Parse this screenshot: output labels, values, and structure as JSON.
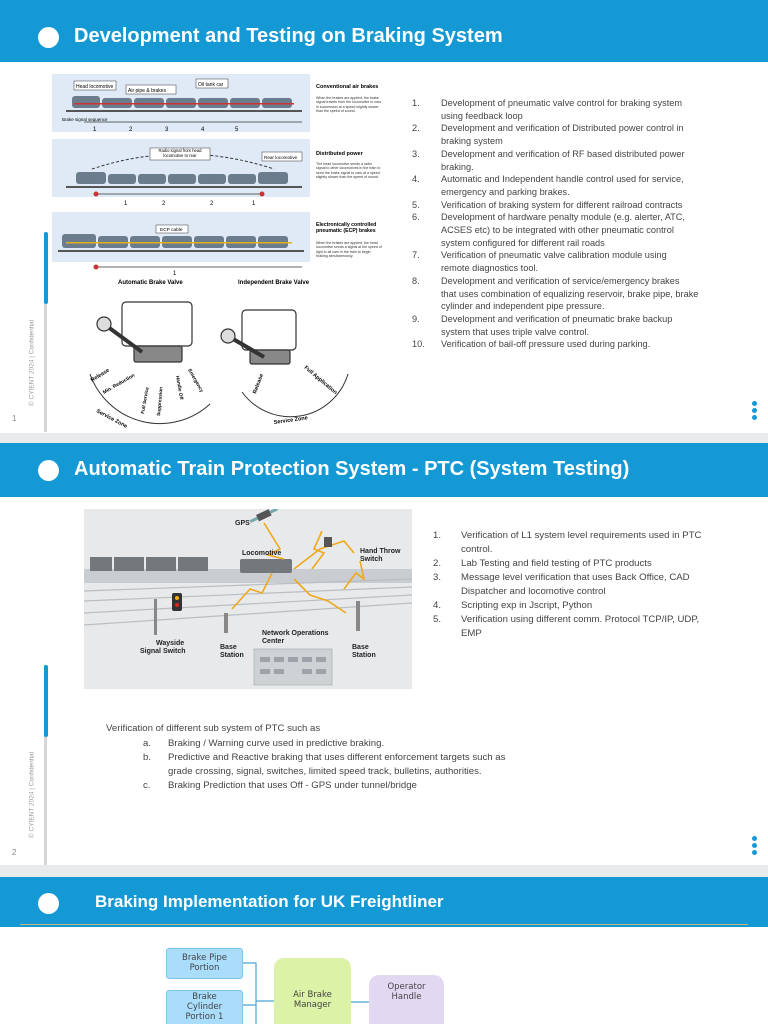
{
  "copyright": "© CYIENT 2024 | Confidential",
  "colors": {
    "brand": "#1499d5",
    "text": "#444444",
    "slide_bg": "#ffffff"
  },
  "slide1": {
    "title": "Development and Testing on Braking System",
    "page_number": "1",
    "figure": {
      "panel1": {
        "labels": [
          "Head locomotive",
          "Air pipe & brakes",
          "Oil tank car"
        ],
        "heading": "Conventional air brakes",
        "body": "When the brakes are applied, the brake signal travels from the locomotive to cars in succession at a speed slightly slower than the speed of sound.",
        "seq_label": "Brake signal sequence",
        "seq": [
          "1",
          "2",
          "3",
          "4",
          "5"
        ]
      },
      "panel2": {
        "labels": [
          "Radio signal from head locomotive to rear",
          "Rear locomotive"
        ],
        "heading": "Distributed power",
        "body": "The head locomotive sends a radio signal to other locomotives in the train to send the brake signal to cars at a speed slightly slower than the speed of sound.",
        "seq": [
          "1",
          "2",
          "2",
          "1"
        ]
      },
      "panel3": {
        "labels": [
          "ECP cable"
        ],
        "heading": "Electronically controlled pneumatic (ECP) brakes",
        "body": "When the brakes are applied, the head locomotive sends a signal at the speed of light to all cars in the train to begin braking simultaneously.",
        "seq": [
          "1"
        ]
      },
      "valve_left": {
        "title": "Automatic Brake Valve",
        "labels": [
          "Release",
          "Min. Reduction",
          "Full Service",
          "Suppression",
          "Handle Off",
          "Emergency",
          "Service Zone"
        ]
      },
      "valve_right": {
        "title": "Independent Brake Valve",
        "labels": [
          "Release",
          "Full Application",
          "Service Zone"
        ]
      }
    },
    "items": [
      {
        "num": "1.",
        "lines": [
          "Development of pneumatic valve control for braking system",
          "using feedback loop"
        ]
      },
      {
        "num": "2.",
        "lines": [
          "Development and verification of Distributed power control in",
          "braking system"
        ]
      },
      {
        "num": "3.",
        "lines": [
          "Development and verification of RF based distributed power",
          "braking."
        ]
      },
      {
        "num": "4.",
        "lines": [
          "Automatic and Independent handle control used for service,",
          "emergency and parking brakes."
        ]
      },
      {
        "num": "5.",
        "lines": [
          "Verification of braking system for different railroad contracts"
        ]
      },
      {
        "num": "6.",
        "lines": [
          "Development of hardware penalty module (e.g. alerter, ATC,",
          "ACSES etc) to be integrated with other pneumatic control",
          "system configured for different rail roads"
        ]
      },
      {
        "num": "7.",
        "lines": [
          "Verification of pneumatic valve calibration module using",
          "remote diagnostics tool."
        ]
      },
      {
        "num": "8.",
        "lines": [
          "Development and verification of service/emergency brakes",
          "that uses combination of equalizing reservoir, brake pipe, brake",
          "cylinder and independent pipe pressure."
        ]
      },
      {
        "num": "9.",
        "lines": [
          "Development and verification of pneumatic brake backup",
          "system that uses triple valve control."
        ]
      },
      {
        "num": "10.",
        "lines": [
          "Verification of bail-off pressure used during parking."
        ]
      }
    ]
  },
  "slide2": {
    "title": "Automatic Train Protection System - PTC (System Testing)",
    "page_number": "2",
    "figure": {
      "gps": "GPS",
      "locomotive": "Locomotive",
      "hand_throw": [
        "Hand Throw",
        "Switch"
      ],
      "wayside": [
        "Wayside",
        "Signal Switch"
      ],
      "base_station": [
        "Base",
        "Station"
      ],
      "noc": [
        "Network Operations",
        "Center"
      ]
    },
    "items": [
      {
        "num": "1.",
        "lines": [
          "Verification of L1 system level requirements used in PTC",
          "control."
        ]
      },
      {
        "num": "2.",
        "lines": [
          "Lab Testing and field testing of PTC products"
        ]
      },
      {
        "num": "3.",
        "lines": [
          "Message level verification that uses Back Office, CAD",
          "Dispatcher and locomotive control"
        ]
      },
      {
        "num": "4.",
        "lines": [
          "Scripting exp in Jscript, Python"
        ]
      },
      {
        "num": "5.",
        "lines": [
          "Verification using different comm. Protocol TCP/IP, UDP,",
          "EMP"
        ]
      }
    ],
    "sub_intro": "Verification of different sub system of PTC such as",
    "sub_items": [
      {
        "num": "a.",
        "lines": [
          "Braking / Warning curve used in predictive braking."
        ]
      },
      {
        "num": "b.",
        "lines": [
          "Predictive and Reactive braking that uses different enforcement targets such as",
          "grade crossing, signal, switches, limited speed track, bulletins, authorities."
        ]
      },
      {
        "num": "c.",
        "lines": [
          "Braking Prediction that uses Off - GPS under tunnel/bridge"
        ]
      }
    ]
  },
  "slide3": {
    "title": "Braking Implementation for UK Freightliner",
    "diagram": {
      "brake_pipe": [
        "Brake Pipe",
        "Portion"
      ],
      "brake_cyl": [
        "Brake",
        "Cylinder",
        "Portion 1"
      ],
      "manager": [
        "Air Brake",
        "Manager"
      ],
      "operator": [
        "Operator",
        "Handle"
      ]
    }
  }
}
